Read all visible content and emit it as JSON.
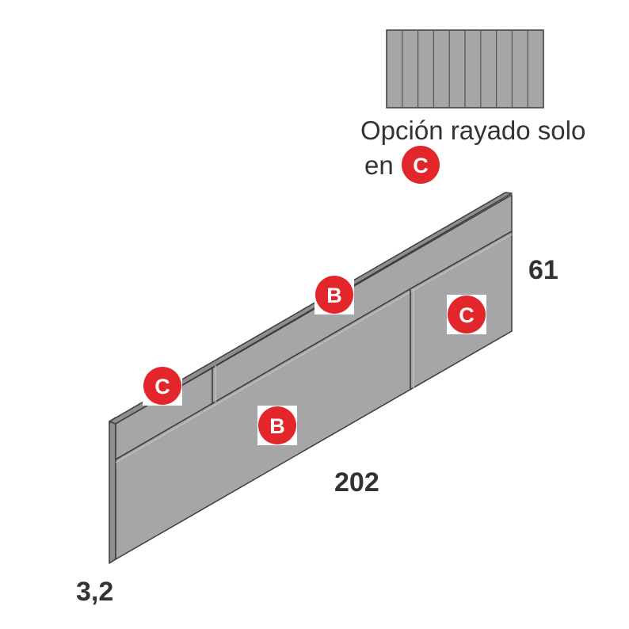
{
  "dimensions": {
    "height": "61",
    "width": "202",
    "thickness": "3,2"
  },
  "legend": {
    "line1": "Opción rayado solo",
    "line2": "en",
    "badge": "C",
    "stripe_count": 10
  },
  "badges": [
    {
      "id": "top-left",
      "label": "C"
    },
    {
      "id": "top-middle",
      "label": "B"
    },
    {
      "id": "middle-large",
      "label": "B"
    },
    {
      "id": "right",
      "label": "C"
    }
  ],
  "colors": {
    "panel": "#a6a6a8",
    "edge": "#8e8e90",
    "line": "#3c3c3c",
    "badge": "#e3262b",
    "text": "#333333"
  }
}
